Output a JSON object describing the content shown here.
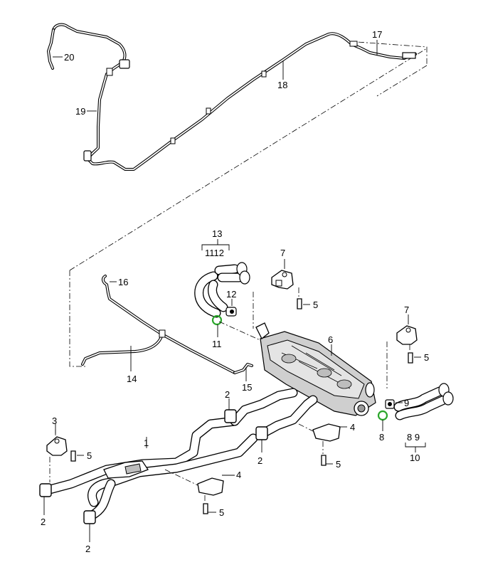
{
  "labels": {
    "p1": "1",
    "p2a": "2",
    "p2b": "2",
    "p2c": "2",
    "p2d": "2",
    "p3": "3",
    "p4a": "4",
    "p4b": "4",
    "p5a": "5",
    "p5b": "5",
    "p5c": "5",
    "p5d": "5",
    "p5e": "5",
    "p6": "6",
    "p7a": "7",
    "p7b": "7",
    "p8": "8",
    "p9": "9",
    "p10": "10",
    "p89": "8 9",
    "p11": "11",
    "p12": "12",
    "p13": "13",
    "p1112": "1112",
    "p14": "14",
    "p15": "15",
    "p16": "16",
    "p17": "17",
    "p18": "18",
    "p19": "19",
    "p20": "20"
  },
  "colors": {
    "line": "#000000",
    "seal": "#2aa62a",
    "body_fill": "#cfcfcf"
  }
}
